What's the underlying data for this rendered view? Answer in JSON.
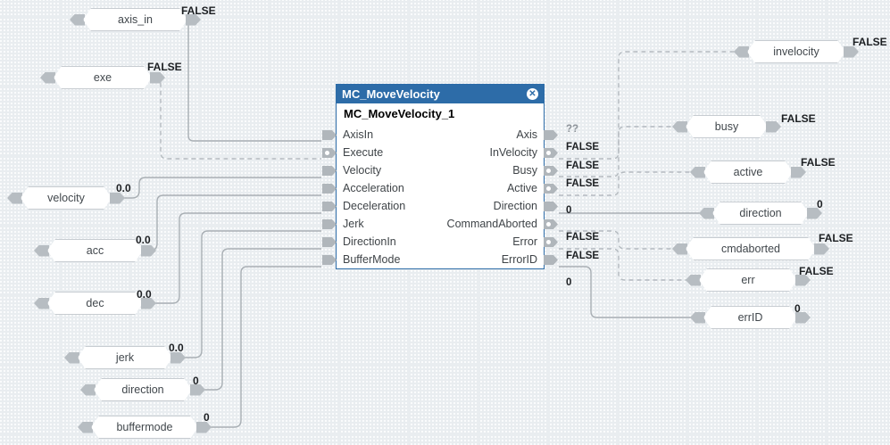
{
  "canvas": {
    "background": "#fafbfc",
    "grid_color": "#e9edf0",
    "grid_spacing": 78
  },
  "block": {
    "title": "MC_MoveVelocity",
    "instance": "MC_MoveVelocity_1",
    "close_icon": "✕",
    "title_bar_color": "#2d6ca8",
    "inputs": [
      {
        "label": "AxisIn",
        "bool": false
      },
      {
        "label": "Execute",
        "bool": true
      },
      {
        "label": "Velocity",
        "bool": false
      },
      {
        "label": "Acceleration",
        "bool": false
      },
      {
        "label": "Deceleration",
        "bool": false
      },
      {
        "label": "Jerk",
        "bool": false
      },
      {
        "label": "DirectionIn",
        "bool": false
      },
      {
        "label": "BufferMode",
        "bool": false
      }
    ],
    "outputs": [
      {
        "label": "Axis",
        "value": "??",
        "bool": false
      },
      {
        "label": "InVelocity",
        "value": "FALSE",
        "bool": true
      },
      {
        "label": "Busy",
        "value": "FALSE",
        "bool": true
      },
      {
        "label": "Active",
        "value": "FALSE",
        "bool": true
      },
      {
        "label": "Direction",
        "value": "0",
        "bool": false
      },
      {
        "label": "CommandAborted",
        "value": "FALSE",
        "bool": true
      },
      {
        "label": "Error",
        "value": "FALSE",
        "bool": true
      },
      {
        "label": "ErrorID",
        "value": "0",
        "bool": false
      }
    ]
  },
  "input_vars": [
    {
      "name": "axis_in",
      "value": "FALSE"
    },
    {
      "name": "exe",
      "value": "FALSE"
    },
    {
      "name": "velocity",
      "value": "0.0"
    },
    {
      "name": "acc",
      "value": "0.0"
    },
    {
      "name": "dec",
      "value": "0.0"
    },
    {
      "name": "jerk",
      "value": "0.0"
    },
    {
      "name": "direction",
      "value": "0"
    },
    {
      "name": "buffermode",
      "value": "0"
    }
  ],
  "output_vars": [
    {
      "name": "invelocity",
      "value": "FALSE"
    },
    {
      "name": "busy",
      "value": "FALSE"
    },
    {
      "name": "active",
      "value": "FALSE"
    },
    {
      "name": "direction",
      "value": "0"
    },
    {
      "name": "cmdaborted",
      "value": "FALSE"
    },
    {
      "name": "err",
      "value": "FALSE"
    },
    {
      "name": "errID",
      "value": "0"
    }
  ]
}
